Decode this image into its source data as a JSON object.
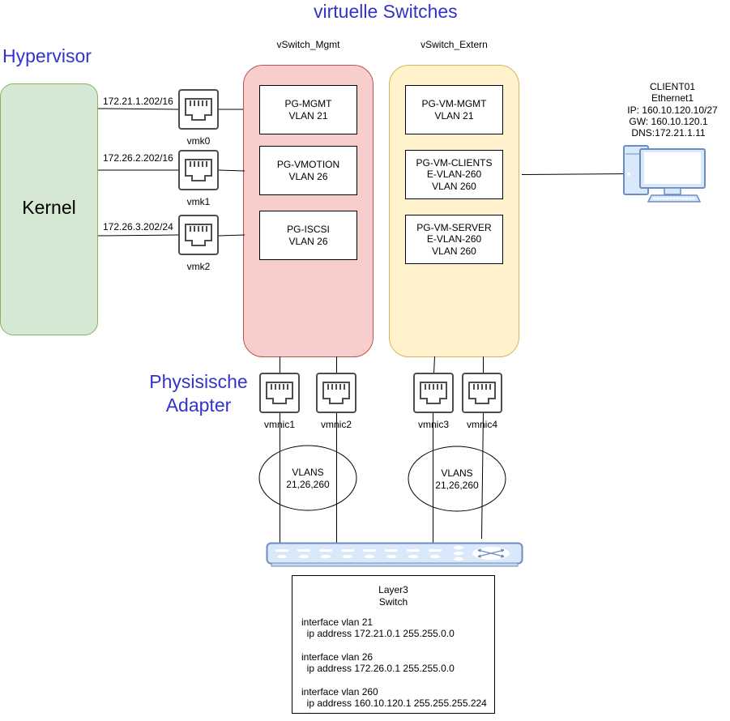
{
  "titles": {
    "virtual_switches": "virtuelle Switches",
    "hypervisor": "Hypervisor",
    "physical_adapter_line1": "Physisische",
    "physical_adapter_line2": "Adapter"
  },
  "kernel": {
    "label": "Kernel",
    "color": "#d5e8d4",
    "border": "#82b366"
  },
  "vmkernel_ports": [
    {
      "name": "vmk0",
      "ip": "172.21.1.202/16"
    },
    {
      "name": "vmk1",
      "ip": "172.26.2.202/16"
    },
    {
      "name": "vmk2",
      "ip": "172.26.3.202/24"
    }
  ],
  "vswitches": [
    {
      "name": "vSwitch_Mgmt",
      "fill": "#f8cecc",
      "border": "#b85450",
      "portgroups": [
        {
          "line1": "PG-MGMT",
          "line2": "VLAN 21"
        },
        {
          "line1": "PG-VMOTION",
          "line2": "VLAN 26"
        },
        {
          "line1": "PG-ISCSI",
          "line2": "VLAN 26"
        }
      ]
    },
    {
      "name": "vSwitch_Extern",
      "fill": "#fff2cc",
      "border": "#d6b656",
      "portgroups": [
        {
          "line1": "PG-VM-MGMT",
          "line2": "VLAN 21"
        },
        {
          "line1": "PG-VM-CLIENTS",
          "line2": "E-VLAN-260",
          "line3": "VLAN 260"
        },
        {
          "line1": "PG-VM-SERVER",
          "line2": "E-VLAN-260",
          "line3": "VLAN 260"
        }
      ]
    }
  ],
  "vmnics": [
    "vmnic1",
    "vmnic2",
    "vmnic3",
    "vmnic4"
  ],
  "vlan_ellipses": [
    {
      "line1": "VLANS",
      "line2": "21,26,260"
    },
    {
      "line1": "VLANS",
      "line2": "21,26,260"
    }
  ],
  "client": {
    "name": "CLIENT01",
    "nic": "Ethernet1",
    "ip": "IP: 160.10.120.10/27",
    "gw": "GW: 160.10.120.1",
    "dns": "DNS:172.21.1.11",
    "icon": "desktop-computer-icon"
  },
  "switch": {
    "title_line1": "Layer3",
    "title_line2": "Switch",
    "config": [
      "interface vlan 21",
      "  ip address 172.21.0.1 255.255.0.0",
      "",
      "interface vlan 26",
      "  ip address 172.26.0.1 255.255.0.0",
      "",
      "interface vlan 260",
      "  ip address 160.10.120.1 255.255.255.224"
    ],
    "icon": "network-switch-icon"
  },
  "colors": {
    "title_blue": "#3333cc",
    "icon_gray": "#4d4d4d",
    "device_fill": "#dae8fc",
    "device_stroke": "#6c8ebf"
  }
}
